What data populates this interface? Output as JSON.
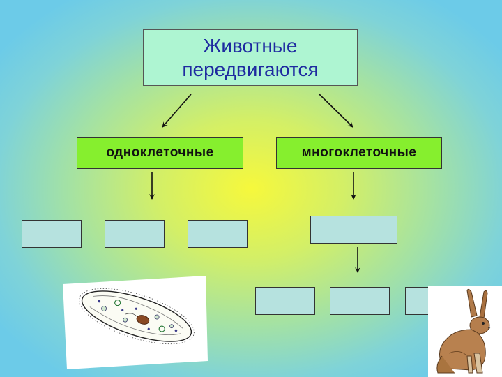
{
  "diagram": {
    "title": "Животные\nпередвигаются",
    "categories": [
      {
        "id": "unicellular",
        "label": "одноклеточные"
      },
      {
        "id": "multicellular",
        "label": "многоклеточные"
      }
    ],
    "unicellular_blank_boxes": 3,
    "multicellular_blank_boxes": 4
  },
  "colors": {
    "title_fill": "#aef5d2",
    "title_text": "#1e2aa0",
    "category_fill": "#86ef2e",
    "blank_fill": "#b6e2df"
  },
  "images": [
    {
      "name": "paramecium",
      "kind": "illustration"
    },
    {
      "name": "hare",
      "kind": "illustration"
    }
  ]
}
